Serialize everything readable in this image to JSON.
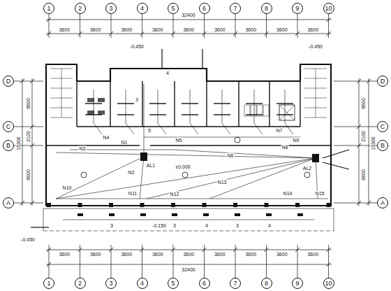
{
  "diagram": {
    "nodes": [
      {
        "text": [
          "1"
        ]
      },
      {
        "text": [
          "2"
        ]
      },
      {
        "text": [
          "3"
        ]
      },
      {
        "text": [
          "4"
        ]
      },
      {
        "text": [
          "5"
        ]
      },
      {
        "text": [
          "6"
        ]
      },
      {
        "text": [
          "7"
        ]
      },
      {
        "text": [
          "8"
        ]
      },
      {
        "text": [
          "9"
        ]
      },
      {
        "text": [
          "10"
        ]
      },
      {
        "text": [
          "D"
        ]
      },
      {
        "text": [
          "D"
        ]
      },
      {
        "text": [
          "C"
        ]
      },
      {
        "text": [
          "C"
        ]
      },
      {
        "text": [
          "B"
        ]
      },
      {
        "text": [
          "B"
        ]
      },
      {
        "text": [
          "A"
        ]
      },
      {
        "text": [
          "A"
        ]
      },
      {
        "text": [
          "1"
        ]
      },
      {
        "text": [
          "2"
        ]
      },
      {
        "text": [
          "3"
        ]
      },
      {
        "text": [
          "4"
        ]
      },
      {
        "text": [
          "5"
        ]
      },
      {
        "text": [
          "6"
        ]
      },
      {
        "text": [
          "7"
        ]
      },
      {
        "text": [
          "8"
        ]
      },
      {
        "text": [
          "9"
        ]
      },
      {
        "text": [
          "10"
        ]
      }
    ],
    "labels": [
      "32400",
      "3600",
      "3600",
      "3600",
      "3600",
      "3600",
      "3600",
      "3600",
      "3600",
      "3600",
      "-0.450",
      "-0.450",
      "6600",
      "2100",
      "6600",
      "15300",
      "6600",
      "2100",
      "6600",
      "15300",
      "N1",
      "N2",
      "N3",
      "N4",
      "N5",
      "N6",
      "N7",
      "N8",
      "N9",
      "N10",
      "N11",
      "N12",
      "N13",
      "N14",
      "N15",
      "AL1",
      "AL2",
      "±0.000",
      "-0.150",
      "-0.450",
      "3",
      "4",
      "5",
      "3",
      "3",
      "4",
      "3",
      "4",
      "3600",
      "3600",
      "3600",
      "3600",
      "3600",
      "3600",
      "3600",
      "3600",
      "3600",
      "32400"
    ]
  }
}
